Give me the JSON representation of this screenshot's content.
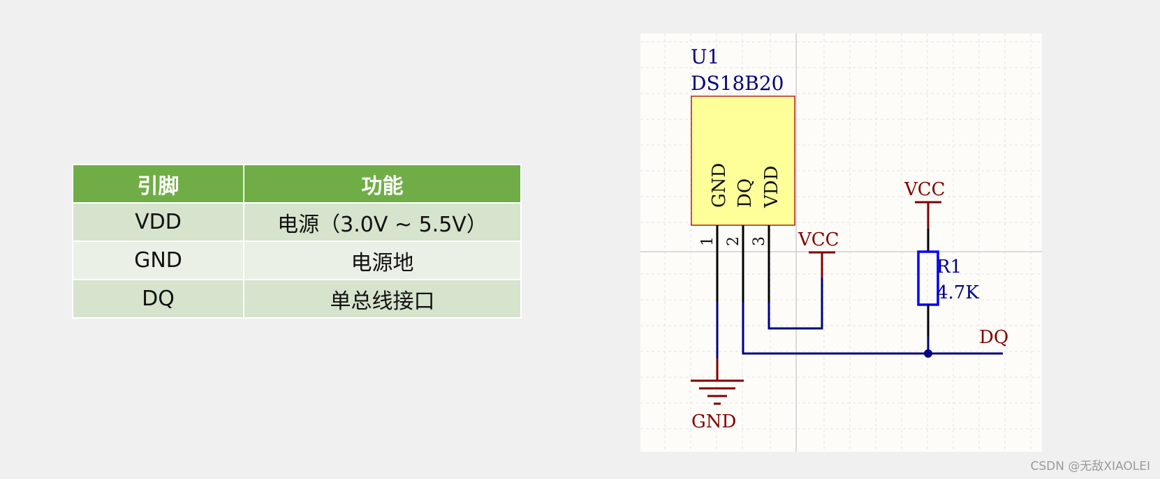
{
  "table": {
    "headers": [
      "引脚",
      "功能"
    ],
    "rows": [
      {
        "pin": "VDD",
        "function": "电源（3.0V ~ 5.5V）"
      },
      {
        "pin": "GND",
        "function": "电源地"
      },
      {
        "pin": "DQ",
        "function": "单总线接口"
      }
    ],
    "colors": {
      "header": "#70ad47",
      "row_odd": "#d6e3cd",
      "row_even": "#eaf0e6"
    }
  },
  "schematic": {
    "component": {
      "designator": "U1",
      "part": "DS18B20"
    },
    "pins": [
      {
        "name": "GND",
        "number": "1"
      },
      {
        "name": "DQ",
        "number": "2"
      },
      {
        "name": "VDD",
        "number": "3"
      }
    ],
    "power_labels": {
      "vcc_pin3": "VCC",
      "vcc_resistor": "VCC",
      "ground": "GND"
    },
    "resistor": {
      "designator": "R1",
      "value": "4.7K"
    },
    "net_label": "DQ",
    "colors": {
      "wire": "#000080",
      "power": "#800000",
      "body_fill": "#ffff99",
      "body_border": "#b02020",
      "text": "#000080",
      "resistor": "#0000ff"
    }
  },
  "watermark": "CSDN @无敌XIAOLEI"
}
